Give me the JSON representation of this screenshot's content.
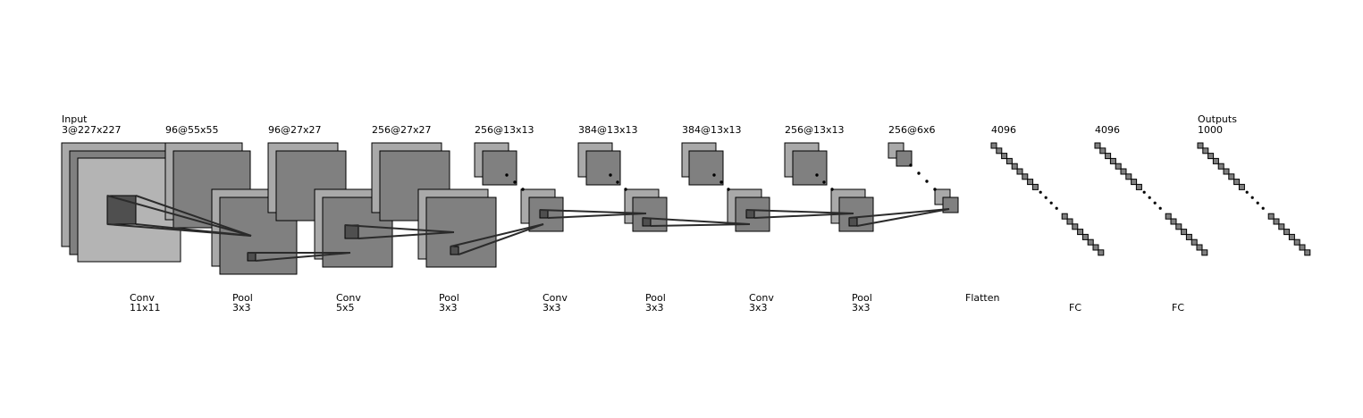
{
  "diagram": {
    "title": "",
    "layer_labels": [
      [
        "Input",
        "3@227x227"
      ],
      [
        "96@55x55"
      ],
      [
        "96@27x27"
      ],
      [
        "256@27x27"
      ],
      [
        "256@13x13"
      ],
      [
        "384@13x13"
      ],
      [
        "384@13x13"
      ],
      [
        "256@13x13"
      ],
      [
        "256@6x6"
      ],
      [
        "4096"
      ],
      [
        "4096"
      ],
      [
        "Outputs",
        "1000"
      ]
    ],
    "operation_labels": [
      [
        "Conv",
        "11x11"
      ],
      [
        "Pool",
        "3x3"
      ],
      [
        "Conv",
        "5x5"
      ],
      [
        "Pool",
        "3x3"
      ],
      [
        "Conv",
        "3x3"
      ],
      [
        "Pool",
        "3x3"
      ],
      [
        "Conv",
        "3x3"
      ],
      [
        "Pool",
        "3x3"
      ],
      [
        "Flatten"
      ],
      [
        "FC"
      ],
      [
        "FC"
      ]
    ],
    "colors": {
      "map_light": "#a9a9a9",
      "map_dark": "#808080",
      "input_front": "#b4b4b4",
      "kernel": "#4f4f4f",
      "outline": "#000000",
      "connector": "#2b2b2b"
    }
  }
}
